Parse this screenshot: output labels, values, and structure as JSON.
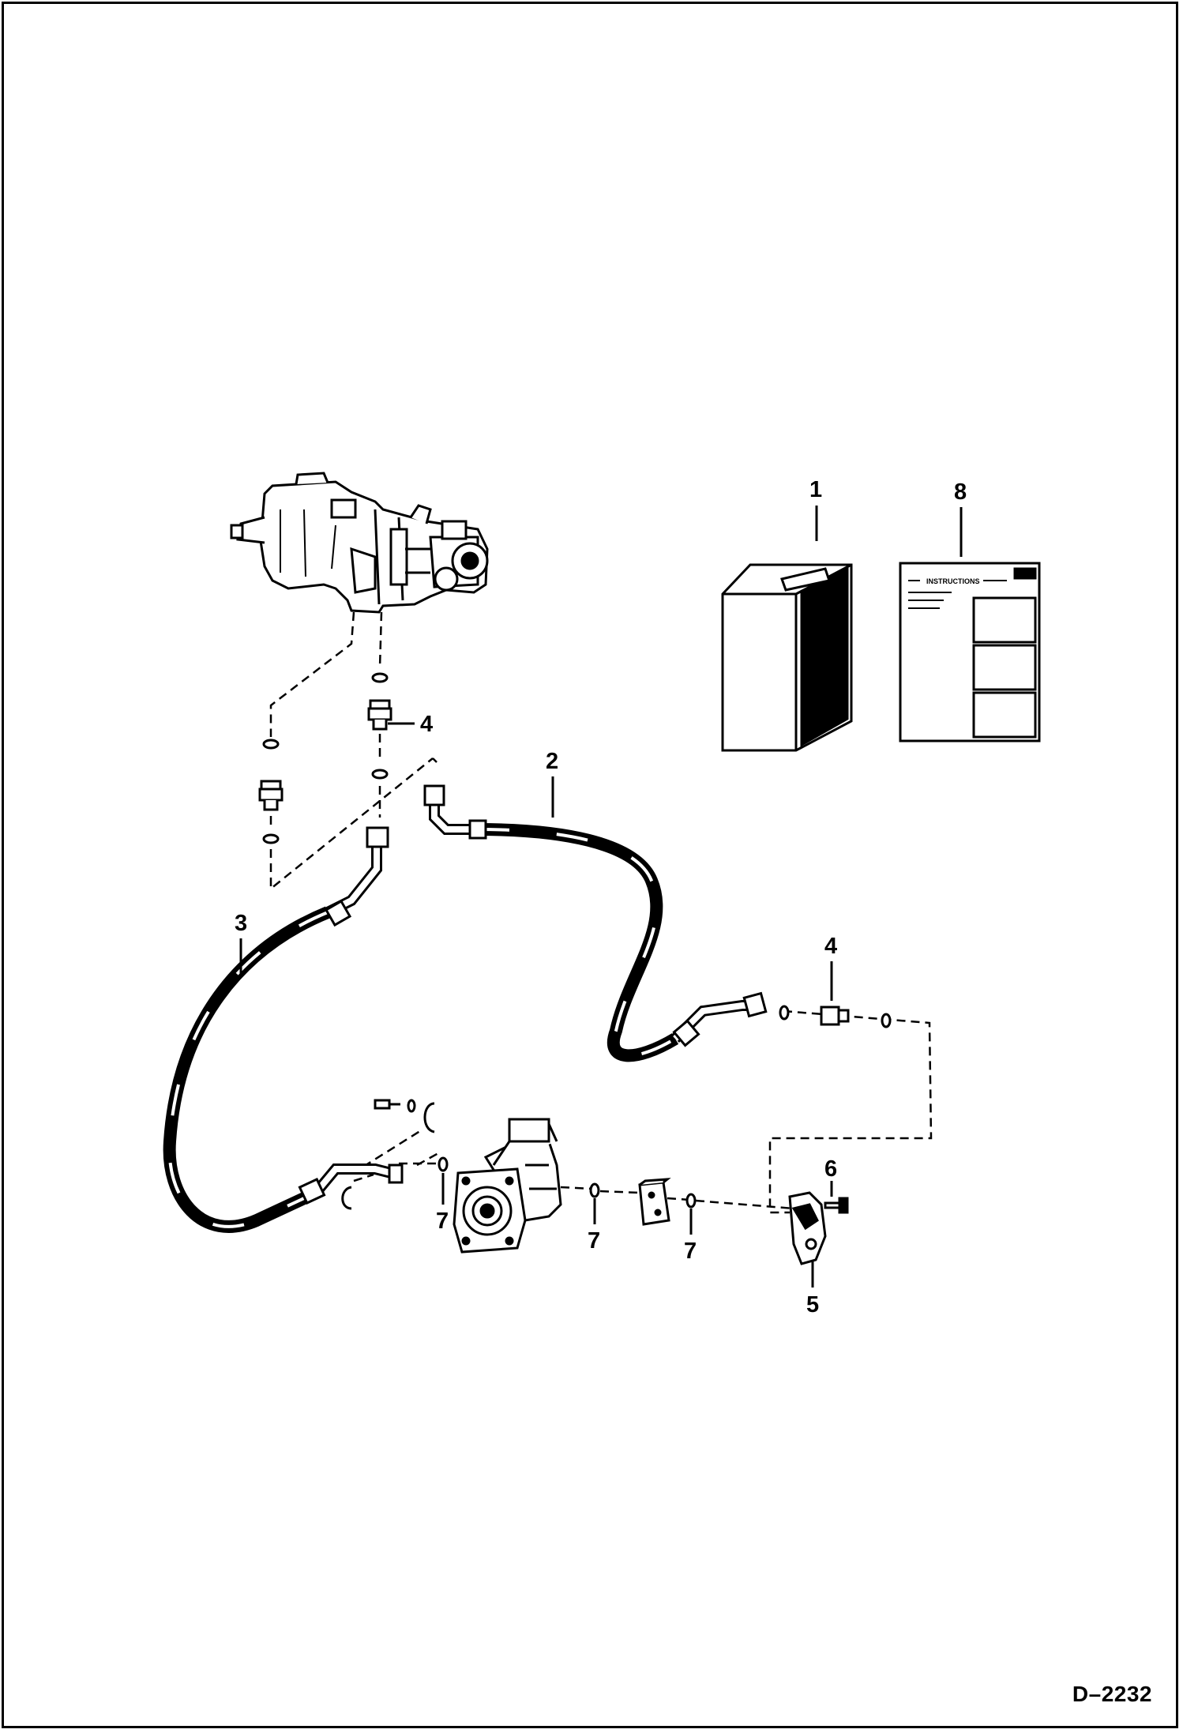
{
  "diagram": {
    "drawing_code": "D–2232",
    "callouts": {
      "c1": "1",
      "c2": "2",
      "c3": "3",
      "c4a": "4",
      "c4b": "4",
      "c5": "5",
      "c6": "6",
      "c7a": "7",
      "c7b": "7",
      "c7c": "7",
      "c8": "8"
    },
    "instruction_sheet_heading": "INSTRUCTIONS",
    "colors": {
      "line": "#000000",
      "background": "#ffffff"
    }
  }
}
